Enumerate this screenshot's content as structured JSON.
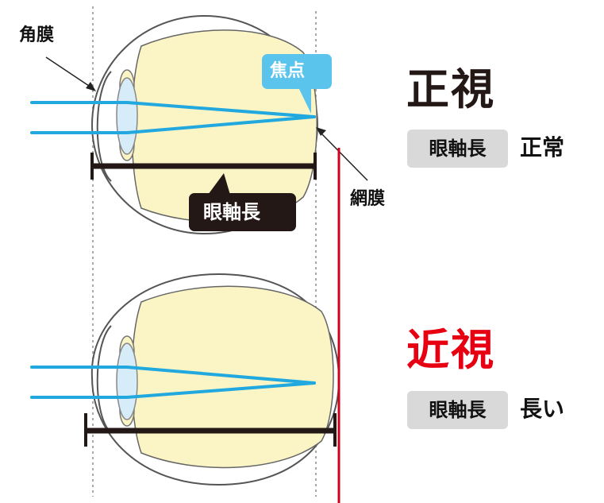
{
  "labels": {
    "cornea": "角膜",
    "focus": "焦点",
    "retina": "網膜",
    "axial_length_tag": "眼軸長"
  },
  "normal": {
    "title": "正視",
    "badge": "眼軸長",
    "value": "正常",
    "title_color": "#231815"
  },
  "myopia": {
    "title": "近視",
    "badge": "眼軸長",
    "value": "長い",
    "title_color": "#e60012"
  },
  "colors": {
    "eye_fill": "#fbf5c6",
    "lens_fill": "#d6ecf8",
    "ray": "#21a9df",
    "focus_bubble": "#5bc4ec",
    "axis_bar": "#231815",
    "reference_line": "#d2001c"
  }
}
